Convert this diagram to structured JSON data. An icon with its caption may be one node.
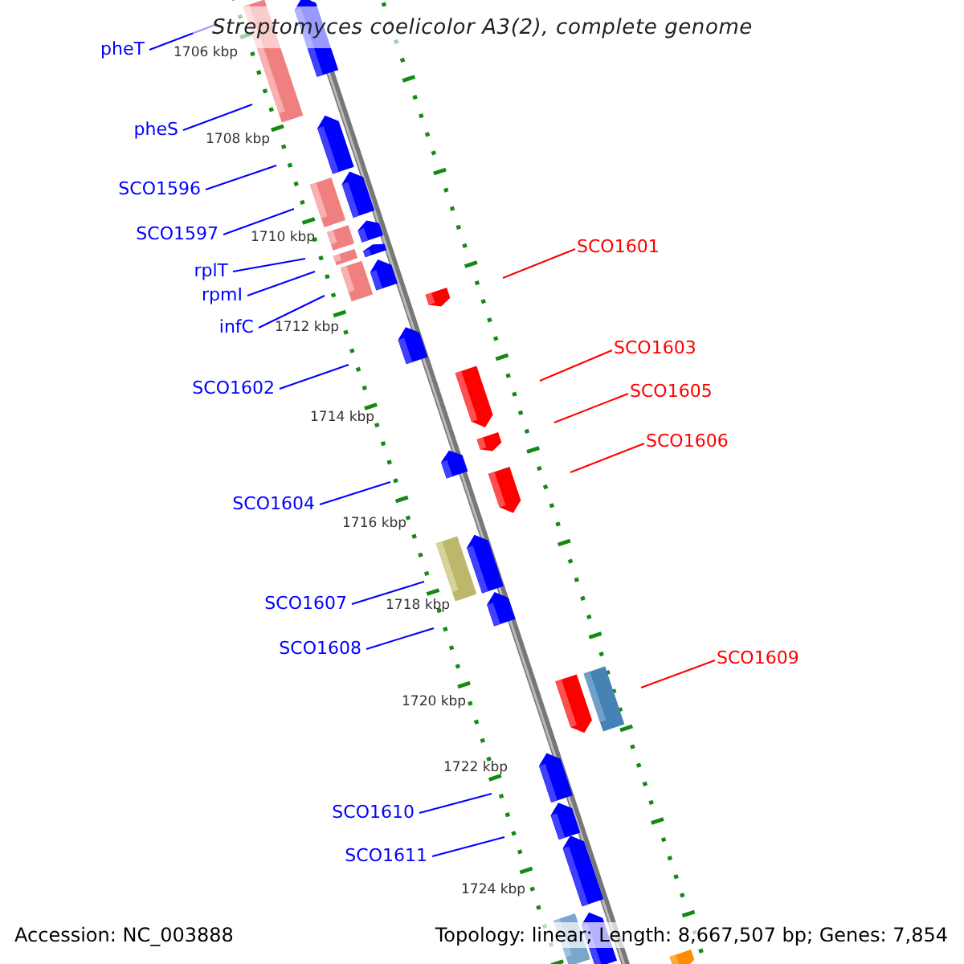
{
  "diagram": {
    "title": "Streptomyces coelicolor A3(2), complete genome",
    "nodes": [
      {
        "text": [
          "pheT"
        ]
      },
      {
        "text": [
          "pheS"
        ]
      },
      {
        "text": [
          "SCO1596"
        ]
      },
      {
        "text": [
          "SCO1597"
        ]
      },
      {
        "text": [
          "SCO1601"
        ]
      },
      {
        "text": [
          "rplT"
        ]
      },
      {
        "text": [
          "rpmI"
        ]
      },
      {
        "text": [
          "infC"
        ]
      },
      {
        "text": [
          "SCO1603"
        ]
      },
      {
        "text": [
          "SCO1602"
        ]
      },
      {
        "text": [
          "SCO1605"
        ]
      },
      {
        "text": [
          "SCO1606"
        ]
      },
      {
        "text": [
          "SCO1604"
        ]
      },
      {
        "text": [
          "SCO1607"
        ]
      },
      {
        "text": [
          "SCO1608"
        ]
      },
      {
        "text": [
          "SCO1609"
        ]
      },
      {
        "text": [
          "SCO1610"
        ]
      },
      {
        "text": [
          "SCO1611"
        ]
      }
    ],
    "edges": [
      {
        "from": 0,
        "to": null,
        "arrow": "none"
      },
      {
        "from": 1,
        "to": null,
        "arrow": "none"
      },
      {
        "from": 2,
        "to": null,
        "arrow": "none"
      },
      {
        "from": 3,
        "to": null,
        "arrow": "none"
      },
      {
        "from": 4,
        "to": null,
        "arrow": "none",
        "color": "#ff0000"
      },
      {
        "from": 5,
        "to": null,
        "arrow": "none"
      },
      {
        "from": 6,
        "to": null,
        "arrow": "none"
      },
      {
        "from": 7,
        "to": null,
        "arrow": "none"
      },
      {
        "from": 8,
        "to": null,
        "arrow": "none",
        "color": "#ff0000"
      },
      {
        "from": 9,
        "to": null,
        "arrow": "none"
      },
      {
        "from": 10,
        "to": null,
        "arrow": "none",
        "color": "#ff0000"
      },
      {
        "from": 11,
        "to": null,
        "arrow": "none",
        "color": "#ff0000"
      },
      {
        "from": 12,
        "to": null,
        "arrow": "none"
      },
      {
        "from": 13,
        "to": null,
        "arrow": "none"
      },
      {
        "from": 14,
        "to": null,
        "arrow": "none"
      },
      {
        "from": 15,
        "to": null,
        "arrow": "none",
        "color": "#ff0000"
      },
      {
        "from": 16,
        "to": null,
        "arrow": "none"
      },
      {
        "from": 17,
        "to": null,
        "arrow": "none"
      }
    ],
    "labels": [
      "1706 kbp",
      "1708 kbp",
      "1710 kbp",
      "1712 kbp",
      "1714 kbp",
      "1716 kbp",
      "1718 kbp",
      "1720 kbp",
      "1722 kbp",
      "1724 kbp",
      "Accession: NC_003888",
      "Topology: linear; Length: 8,667,507 bp; Genes: 7,854"
    ]
  }
}
